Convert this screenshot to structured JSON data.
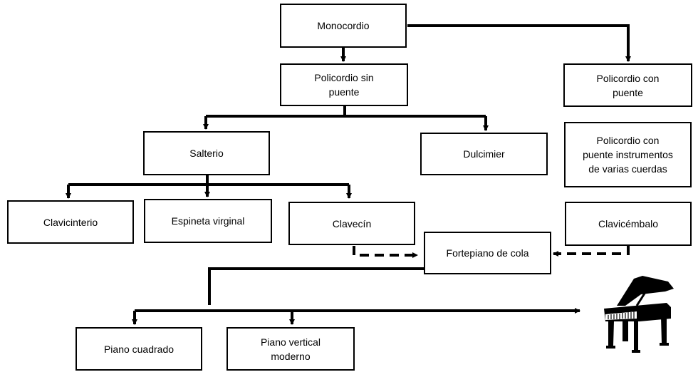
{
  "nodes": {
    "monocordio": "Monocordio",
    "policordio_sin_puente": "Policordio sin\npuente",
    "policordio_con_puente": "Policordio con\npuente",
    "policordio_varias_cuerdas": "Policordio con\npuente instrumentos\nde  varias cuerdas",
    "salterio": "Salterio",
    "dulcimier": "Dulcimier",
    "clavicinterio": "Clavicinterio",
    "espineta_virginal": "Espineta virginal",
    "clavecin": "Clavecín",
    "clavicembalo": "Clavicémbalo",
    "fortepiano_de_cola": "Fortepiano de cola",
    "piano_cuadrado": "Piano cuadrado",
    "piano_vertical_moderno": "Piano vertical\nmoderno"
  },
  "icons": {
    "grand_piano": "grand-piano-icon"
  },
  "colors": {
    "line": "#000000",
    "box_border": "#000000",
    "background": "#ffffff"
  }
}
